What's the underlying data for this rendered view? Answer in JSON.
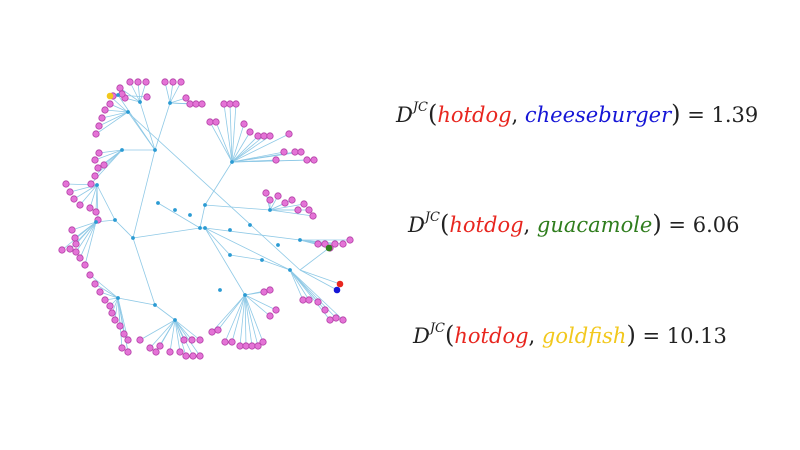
{
  "colors": {
    "edge": "#8fc9e6",
    "internal_node": "#2b9bd3",
    "leaf_fill": "#e473d6",
    "leaf_stroke": "#b23fa6",
    "text": "#222222",
    "hotdog": "#e8261f",
    "cheeseburger": "#1515d6",
    "guacamole": "#2f7d1d",
    "goldfish": "#f2c81d"
  },
  "highlighted_leaves": [
    {
      "name": "hotdog-leaf",
      "color": "#e8261f"
    },
    {
      "name": "cheeseburger-leaf",
      "color": "#1515d6"
    },
    {
      "name": "guacamole-leaf",
      "color": "#2f7d1d"
    },
    {
      "name": "goldfish-leaf",
      "color": "#f2c81d"
    }
  ],
  "equations": [
    {
      "symbol": "D",
      "superscript": "JC",
      "term_a": "hotdog",
      "term_b": "cheeseburger",
      "value": "1.39"
    },
    {
      "symbol": "D",
      "superscript": "JC",
      "term_a": "hotdog",
      "term_b": "guacamole",
      "value": "6.06"
    },
    {
      "symbol": "D",
      "superscript": "JC",
      "term_a": "hotdog",
      "term_b": "goldfish",
      "value": "10.13"
    }
  ]
}
